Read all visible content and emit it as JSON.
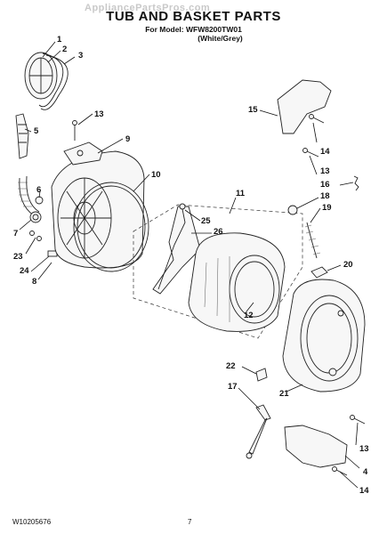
{
  "watermark": "AppliancePartsPros.com",
  "header": {
    "title": "TUB AND BASKET PARTS",
    "model_line": "For Model: WFW8200TW01",
    "color_line": "(White/Grey)"
  },
  "callouts": {
    "c1": "1",
    "c2": "2",
    "c3": "3",
    "c4": "4",
    "c5": "5",
    "c6": "6",
    "c7": "7",
    "c8": "8",
    "c9": "9",
    "c10": "10",
    "c11": "11",
    "c12": "12",
    "c13a": "13",
    "c13b": "13",
    "c13c": "13",
    "c14a": "14",
    "c14b": "14",
    "c15": "15",
    "c16": "16",
    "c17": "17",
    "c18": "18",
    "c19": "19",
    "c20": "20",
    "c21": "21",
    "c22": "22",
    "c23": "23",
    "c24": "24",
    "c25": "25",
    "c26": "26"
  },
  "footer": {
    "doc_code": "W10205676",
    "page_number": "7"
  }
}
